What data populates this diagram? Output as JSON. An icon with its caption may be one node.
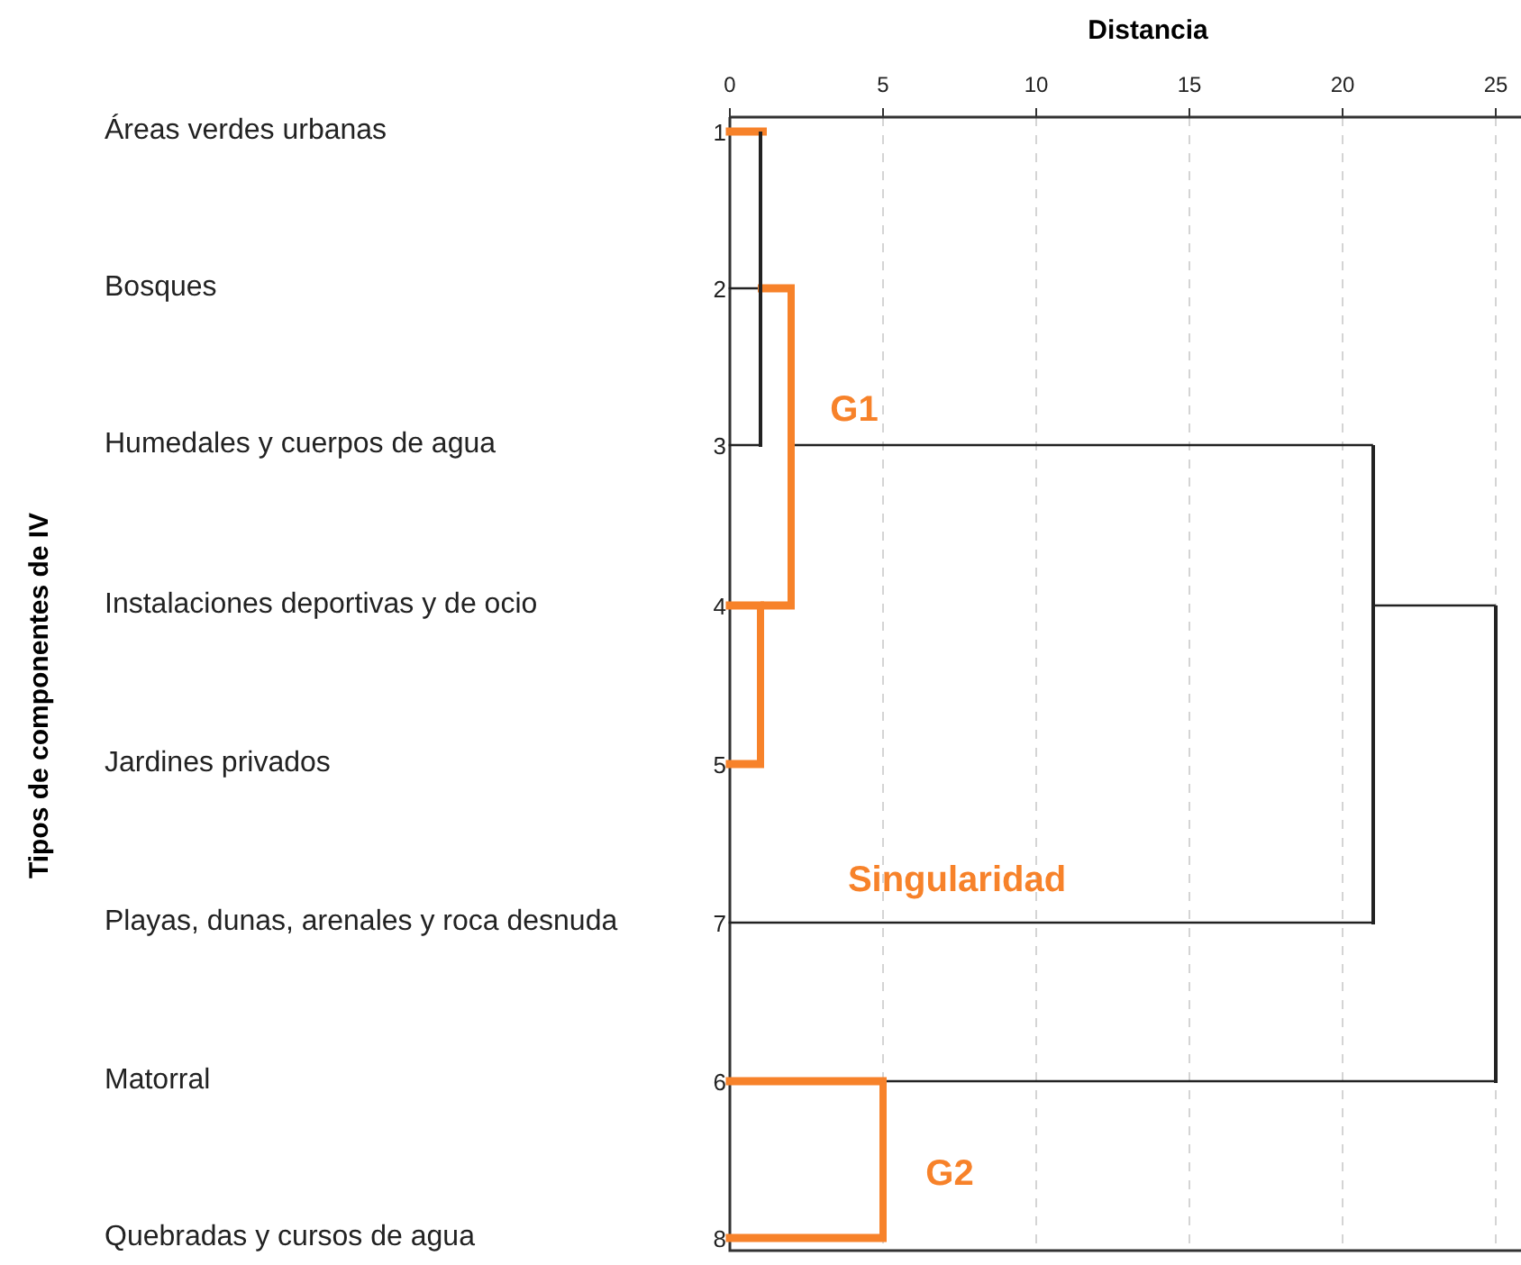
{
  "diagram": {
    "nodes": [
      {
        "text": [
          "Áreas verdes urbanas"
        ],
        "beside": [
          "1"
        ]
      },
      {
        "text": [
          "Bosques"
        ],
        "beside": [
          "2"
        ]
      },
      {
        "text": [
          "Humedales y cuerpos de agua"
        ],
        "beside": [
          "3"
        ]
      },
      {
        "text": [
          "Instalaciones deportivas y de ocio"
        ],
        "beside": [
          "4"
        ]
      },
      {
        "text": [
          "Jardines privados"
        ],
        "beside": [
          "5"
        ]
      },
      {
        "text": [
          "Playas, dunas, arenales y roca desnuda"
        ],
        "beside": [
          "7"
        ]
      },
      {
        "text": [
          "Matorral"
        ],
        "beside": [
          "6"
        ]
      },
      {
        "text": [
          "Quebradas y cursos de agua"
        ],
        "beside": [
          "8"
        ]
      },
      {
        "text": [],
        "shape": "bar"
      },
      {
        "text": [],
        "shape": "bar"
      },
      {
        "text": [],
        "shape": "bar"
      },
      {
        "text": [],
        "shape": "bar"
      },
      {
        "text": [],
        "shape": "bar"
      },
      {
        "text": [],
        "shape": "bar"
      }
    ],
    "edges": [
      {
        "from": 0,
        "to": 8,
        "arrow": "none"
      },
      {
        "from": 1,
        "to": 8,
        "arrow": "none",
        "color": "#222222"
      },
      {
        "from": 2,
        "to": 8,
        "arrow": "none",
        "color": "#222222"
      },
      {
        "from": 3,
        "to": 9,
        "arrow": "none"
      },
      {
        "from": 4,
        "to": 9,
        "arrow": "none"
      },
      {
        "from": 8,
        "to": 10,
        "arrow": "none"
      },
      {
        "from": 9,
        "to": 10,
        "arrow": "none"
      },
      {
        "from": 10,
        "to": 11,
        "arrow": "none",
        "color": "#222222"
      },
      {
        "from": 5,
        "to": 11,
        "arrow": "none",
        "color": "#222222"
      },
      {
        "from": 6,
        "to": 12,
        "arrow": "none"
      },
      {
        "from": 7,
        "to": 12,
        "arrow": "none"
      },
      {
        "from": 11,
        "to": 13,
        "arrow": "none",
        "color": "#222222"
      },
      {
        "from": 12,
        "to": 13,
        "arrow": "none",
        "color": "#222222"
      }
    ],
    "labels": [
      "Distancia",
      "0",
      "5",
      "10",
      "15",
      "20",
      "25",
      "Tipos de componentes de IV",
      "G1",
      "Singularidad",
      "G2"
    ]
  }
}
